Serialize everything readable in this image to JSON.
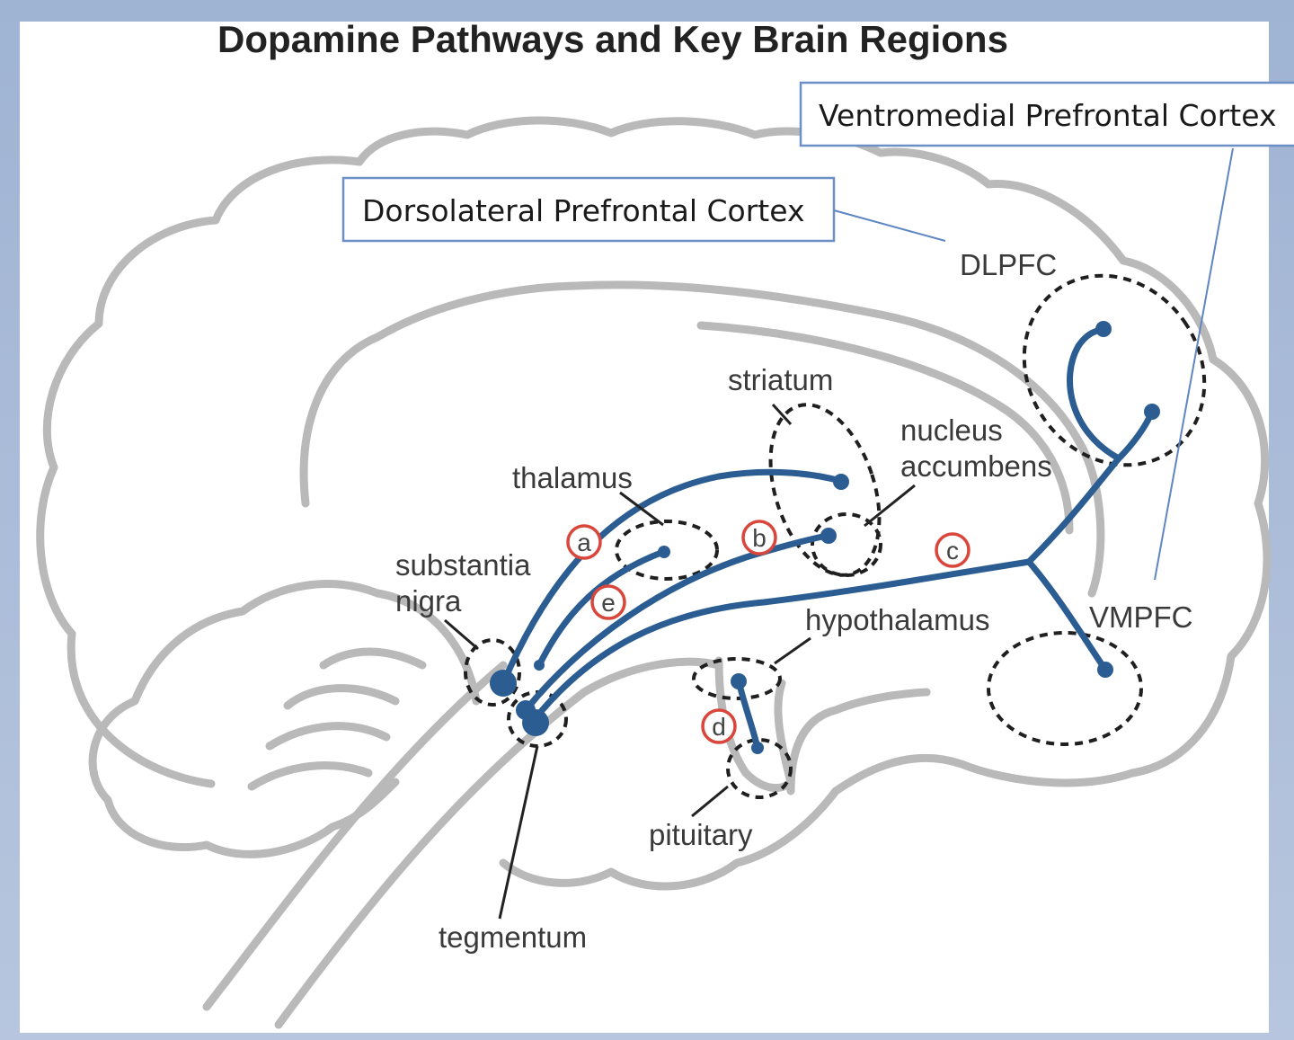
{
  "title": "Dopamine Pathways and Key Brain Regions",
  "callouts": {
    "vmpfc_full": "Ventromedial Prefrontal Cortex",
    "dlpfc_full": "Dorsolateral Prefrontal Cortex"
  },
  "labels": {
    "dlpfc": "DLPFC",
    "vmpfc": "VMPFC",
    "striatum": "striatum",
    "nucleus_accumbens_1": "nucleus",
    "nucleus_accumbens_2": "accumbens",
    "thalamus": "thalamus",
    "substantia_nigra_1": "substantia",
    "substantia_nigra_2": "nigra",
    "hypothalamus": "hypothalamus",
    "pituitary": "pituitary",
    "tegmentum": "tegmentum"
  },
  "pathway_markers": [
    "a",
    "b",
    "c",
    "d",
    "e"
  ],
  "colors": {
    "pathway": "#2b5d92",
    "brain_outline": "#b9b9b9",
    "marker_ring": "#d9463b",
    "callout_border": "#6d8fc6"
  }
}
